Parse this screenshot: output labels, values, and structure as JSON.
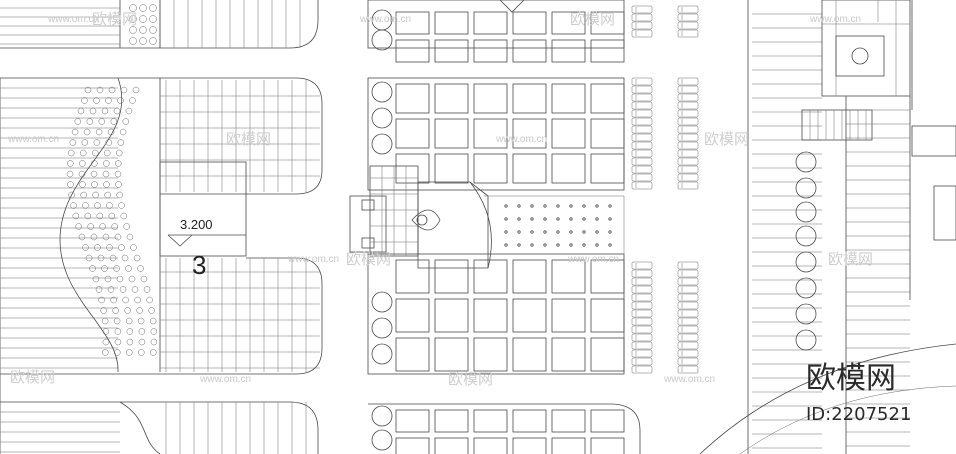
{
  "level_marker": {
    "elevation": "3.200",
    "index": "3"
  },
  "branding": {
    "name": "欧模网",
    "id": "ID:2207521"
  },
  "watermark": {
    "url": "www.om.cn",
    "name": "欧模网"
  }
}
